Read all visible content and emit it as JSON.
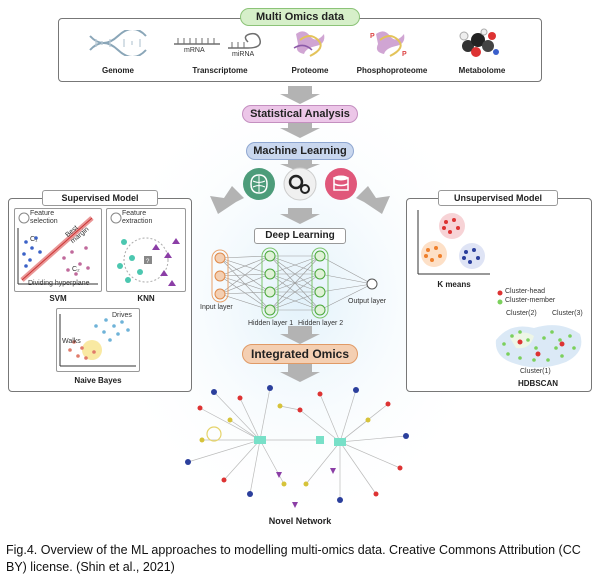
{
  "multi_omics": {
    "title": "Multi Omics data",
    "items": [
      {
        "label": "Genome"
      },
      {
        "label": "Transcriptome",
        "sub1": "mRNA",
        "sub2": "miRNA"
      },
      {
        "label": "Proteome"
      },
      {
        "label": "Phosphoproteome"
      },
      {
        "label": "Metabolome"
      }
    ]
  },
  "flow": {
    "statistical": "Statistical Analysis",
    "ml": "Machine Learning",
    "deep": "Deep Learning",
    "integrated": "Integrated Omics",
    "novel": "Novel Network"
  },
  "supervised": {
    "title": "Supervised Model",
    "svm": {
      "label": "SVM",
      "feature": "Feature selection",
      "margin": "Best margin",
      "c1": "C₁",
      "c2": "C₂",
      "hyperplane": "Dividing hyperplane"
    },
    "knn": {
      "label": "KNN",
      "feature": "Feature extraction"
    },
    "nb": {
      "label": "Naive Bayes",
      "drives": "Drives",
      "walks": "Walks"
    }
  },
  "deep_learning": {
    "input": "Input layer",
    "hidden1": "Hidden layer 1",
    "hidden2": "Hidden layer 2",
    "output": "Output layer"
  },
  "unsupervised": {
    "title": "Unsupervised Model",
    "kmeans": "K means",
    "legend_head": "Cluster-head",
    "legend_member": "Cluster-member",
    "c1": "Cluster(1)",
    "c2": "Cluster(2)",
    "c3": "Cluster(3)",
    "hdbscan": "HDBSCAN"
  },
  "caption": "Fig.4. Overview of the ML approaches to modelling multi-omics data. Creative Commons Attribution (CC BY) license. (Shin et al., 2021)",
  "colors": {
    "green_pill": "#d6efc9",
    "pink_pill": "#ecc6e8",
    "blue_pill": "#c9d7ee",
    "orange_pill": "#f4cfb2",
    "arrow": "#b3b3b3"
  }
}
